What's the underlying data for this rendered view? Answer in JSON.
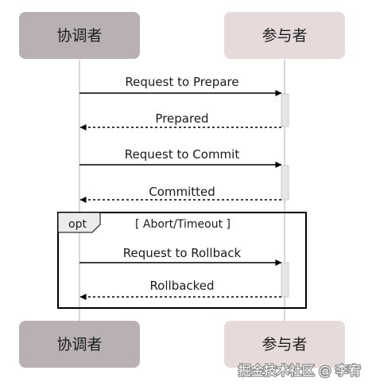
{
  "participants": {
    "coordinator": {
      "label": "协调者",
      "fill": "#b8b0b2"
    },
    "participant": {
      "label": "参与者",
      "fill": "#e6dbda"
    }
  },
  "messages": [
    {
      "label": "Request to Prepare",
      "direction": "right",
      "style": "solid"
    },
    {
      "label": "Prepared",
      "direction": "left",
      "style": "dashed"
    },
    {
      "label": "Request to Commit",
      "direction": "right",
      "style": "solid"
    },
    {
      "label": "Committed",
      "direction": "left",
      "style": "dashed"
    },
    {
      "label": "Request to Rollback",
      "direction": "right",
      "style": "solid"
    },
    {
      "label": "Rollbacked",
      "direction": "left",
      "style": "dashed"
    }
  ],
  "opt_fragment": {
    "tag": "opt",
    "condition": "[ Abort/Timeout ]"
  },
  "watermark": "掘金技术社区 @ 李宥",
  "colors": {
    "lifeline": "#d8d8d8",
    "activation": "#e6e6e6",
    "arrow": "#000000",
    "opt_tag_fill": "#ececec"
  }
}
